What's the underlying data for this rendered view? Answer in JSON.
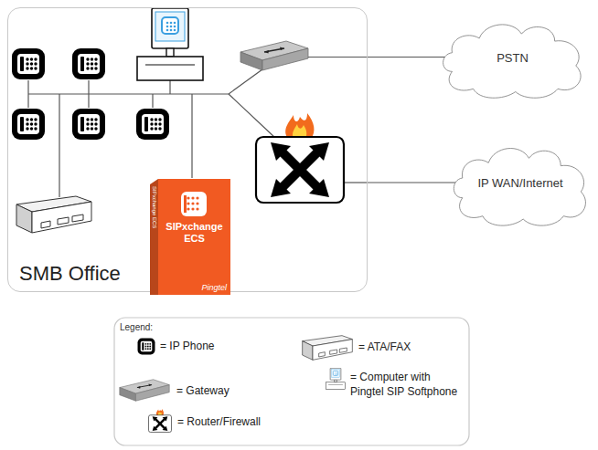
{
  "diagram": {
    "nodes": [
      {
        "text": [
          "SMB Office"
        ]
      },
      {
        "text": [
          "PSTN"
        ]
      },
      {
        "text": [
          "IP WAN/Internet"
        ]
      },
      {
        "text": [
          "SIPxchange ECS",
          "Pingtel",
          "SIPxchange ECS"
        ],
        "in": 0
      }
    ],
    "edges": [
      {
        "from": 0,
        "to": 1,
        "arrow": "none"
      },
      {
        "from": 0,
        "to": 2,
        "arrow": "none"
      }
    ],
    "labels": [
      "Legend:"
    ],
    "legend": [
      {
        "text": "= IP Phone"
      },
      {
        "text": "= ATA/FAX"
      },
      {
        "text": "= Gateway"
      },
      {
        "text": "= Computer with Pingtel SIP Softphone"
      },
      {
        "text": "= Router/Firewall"
      }
    ]
  }
}
